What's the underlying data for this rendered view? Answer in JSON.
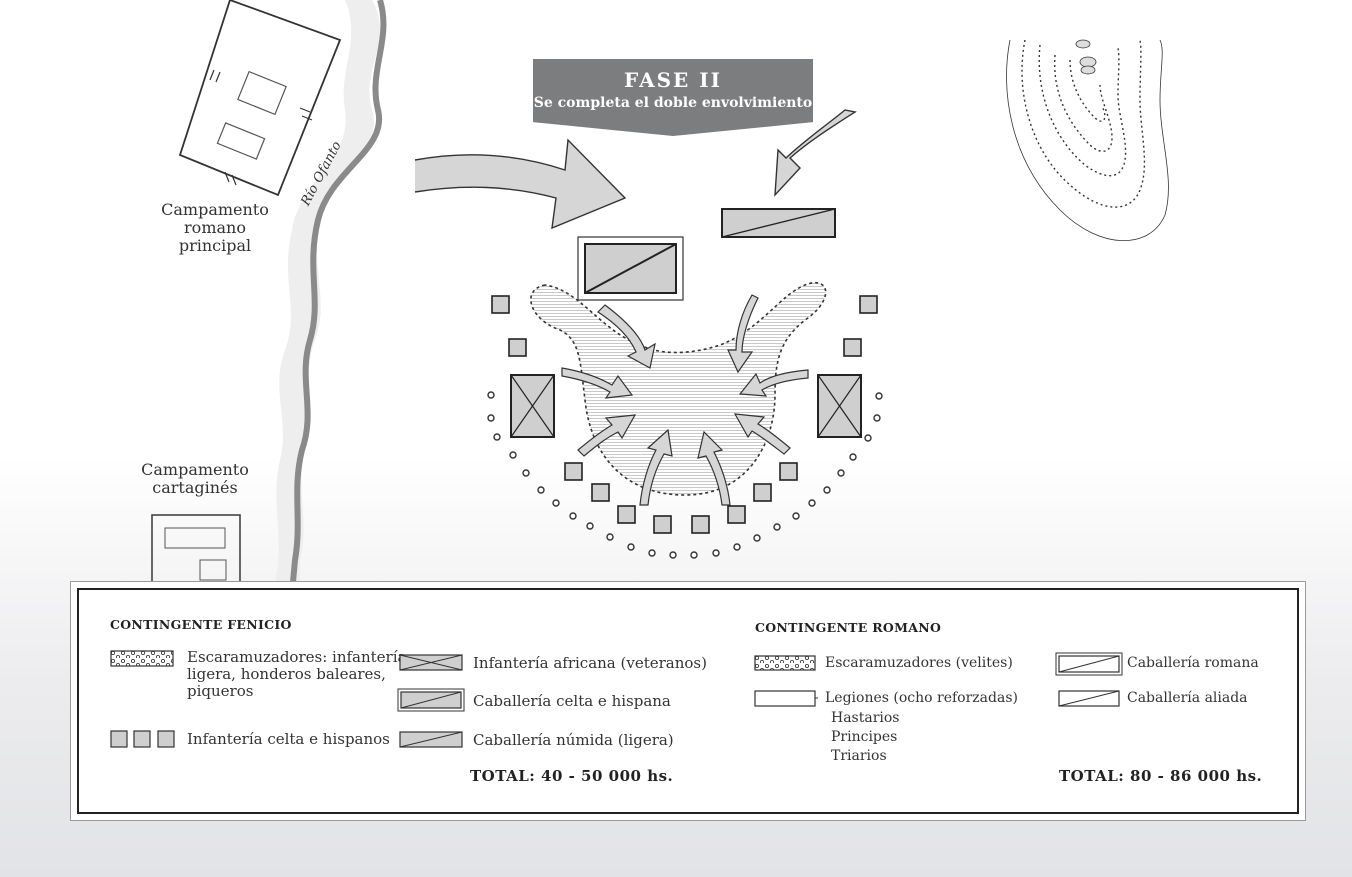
{
  "phase": {
    "title": "FASE II",
    "subtitle": "Se completa el doble envolvimiento"
  },
  "labels": {
    "roman_camp": [
      "Campamento",
      "romano",
      "principal"
    ],
    "carthaginian_camp": [
      "Campamento",
      "cartaginés"
    ],
    "river": "Río Ofanto"
  },
  "legend": {
    "fenicio": {
      "header": "CONTINGENTE FENICIO",
      "skirmishers": [
        "Escaramuzadores: infantería",
        "ligera, honderos baleares,",
        "piqueros"
      ],
      "celtic_infantry": "Infantería celta e hispanos",
      "african_infantry": "Infantería africana (veteranos)",
      "celtic_cavalry": "Caballería celta e hispana",
      "numidian_cavalry": "Caballería númida (ligera)",
      "total": "TOTAL: 40 - 50 000 hs."
    },
    "romano": {
      "header": "CONTINGENTE ROMANO",
      "velites": "Escaramuzadores (velites)",
      "legions": "Legiones (ocho reforzadas)",
      "hastarios": "Hastarios",
      "principes": "Principes",
      "triarios": "Triarios",
      "roman_cavalry": "Caballería romana",
      "allied_cavalry": "Caballería aliada",
      "total": "TOTAL: 80 - 86 000 hs."
    }
  },
  "colors": {
    "unit_fill": "#cfcfcf",
    "arrow_fill": "#d6d6d6",
    "banner": "#7c7d7f",
    "river": "#8a8a8a"
  }
}
